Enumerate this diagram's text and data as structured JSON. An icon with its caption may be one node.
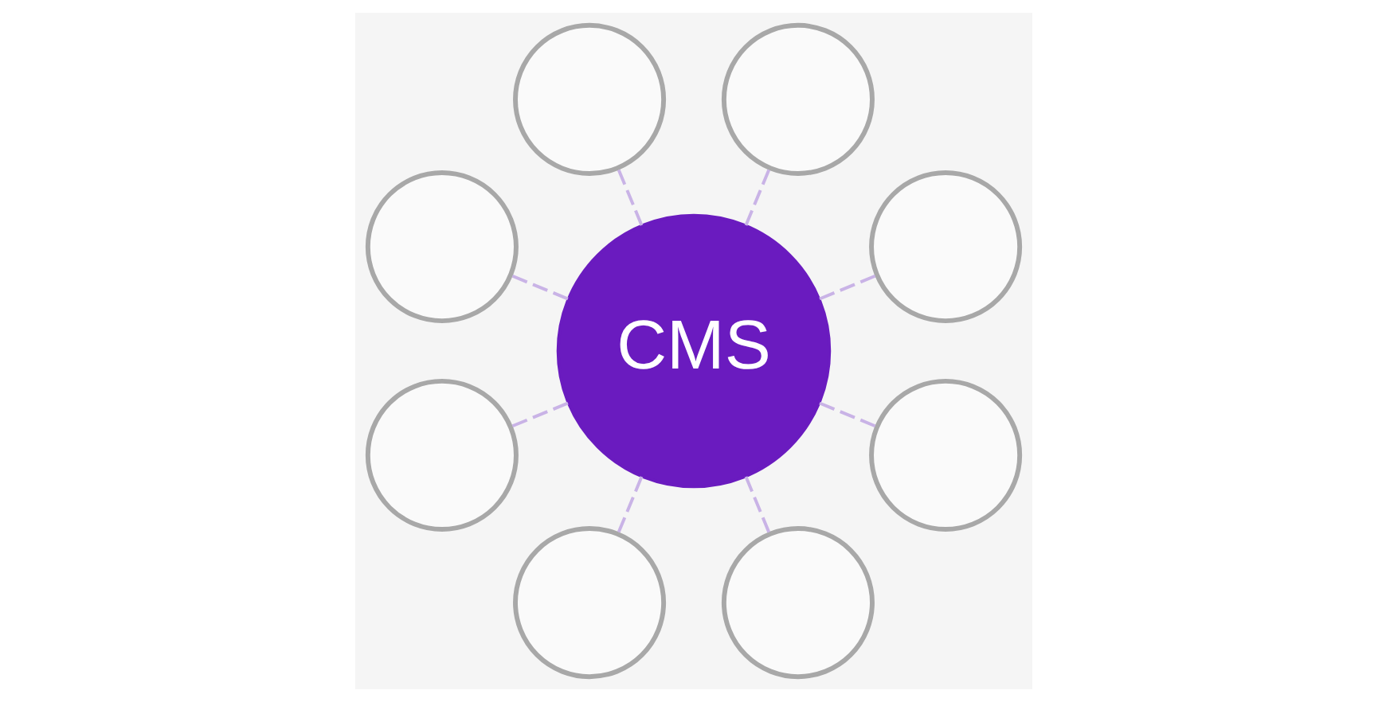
{
  "diagram": {
    "nodes": [
      {
        "text": [
          "CMS"
        ]
      },
      {
        "text": [],
        "shape": "circle"
      },
      {
        "text": [],
        "shape": "circle"
      },
      {
        "text": [],
        "shape": "circle"
      },
      {
        "text": [],
        "shape": "circle"
      },
      {
        "text": [],
        "shape": "circle"
      },
      {
        "text": [],
        "shape": "circle"
      },
      {
        "text": [],
        "shape": "circle"
      },
      {
        "text": [],
        "shape": "circle"
      }
    ],
    "edges": [
      {
        "from": 0,
        "to": 1,
        "arrow": "none",
        "style": "dashed"
      },
      {
        "from": 0,
        "to": 3,
        "arrow": "none",
        "style": "dashed"
      },
      {
        "from": 0,
        "to": 5,
        "arrow": "none",
        "style": "dashed"
      },
      {
        "from": 0,
        "to": 7,
        "arrow": "none",
        "style": "dashed"
      },
      {
        "from": 0,
        "to": 8,
        "arrow": "none",
        "style": "dashed"
      },
      {
        "from": 0,
        "to": 6,
        "arrow": "none",
        "style": "dashed"
      },
      {
        "from": 0,
        "to": 4,
        "arrow": "none",
        "style": "dashed"
      },
      {
        "from": 0,
        "to": 2,
        "arrow": "none",
        "style": "dashed"
      }
    ]
  }
}
